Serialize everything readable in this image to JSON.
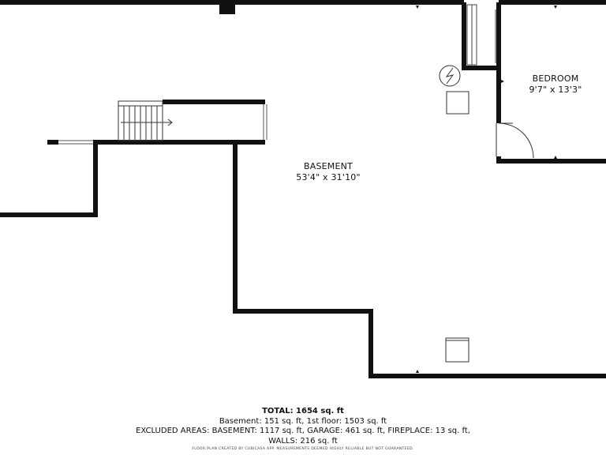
{
  "rooms": {
    "basement": {
      "name": "BASEMENT",
      "dimensions": "53'4\" x 31'10\""
    },
    "bedroom": {
      "name": "BEDROOM",
      "dimensions": "9'7\" x 13'3\""
    }
  },
  "summary": {
    "total": "TOTAL: 1654 sq. ft",
    "floors": "Basement: 151 sq. ft, 1st floor: 1503 sq. ft",
    "excluded": "EXCLUDED AREAS: BASEMENT: 1117 sq. ft, GARAGE: 461 sq. ft, FIREPLACE: 13 sq. ft,",
    "walls": "WALLS: 216 sq. ft",
    "disclaimer": "FLOOR PLAN CREATED BY CUBICASA APP. MEASUREMENTS DEEMED HIGHLY RELIABLE BUT NOT GUARANTEED."
  },
  "colors": {
    "wall": "#111111",
    "fixture": "#333333",
    "background": "#ffffff"
  },
  "icons": {
    "electrical_panel": "lightning-bolt-icon",
    "stairs": "stairs-icon",
    "door_swing": "door-swing-icon"
  }
}
